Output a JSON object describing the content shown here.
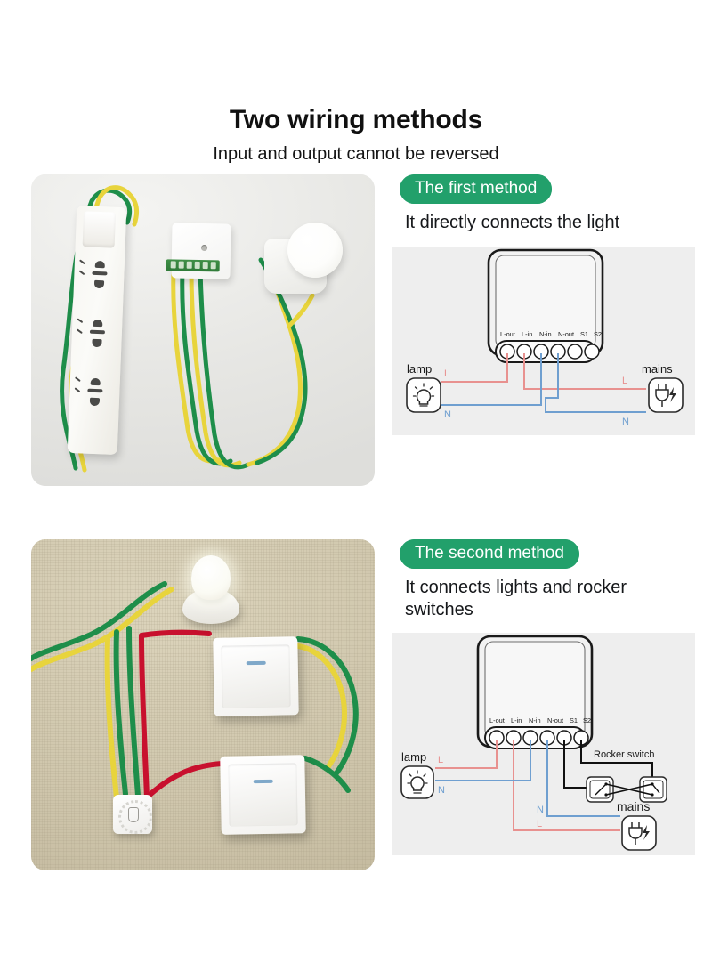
{
  "header": {
    "title": "Two wiring methods",
    "subtitle": "Input and output cannot be reversed"
  },
  "methods": [
    {
      "badge": "The first method",
      "lead": "It directly connects the light",
      "diagram": {
        "module_terminals": [
          "L-out",
          "L-in",
          "N-in",
          "N-out",
          "S1",
          "S2"
        ],
        "left_device": "lamp",
        "right_device": "mains",
        "wire_labels": {
          "lamp_live": "L",
          "lamp_neutral": "N",
          "mains_live": "L",
          "mains_neutral": "N"
        },
        "colors": {
          "live": "#e8918f",
          "neutral": "#6f9fd0",
          "panel": "#eeeeee",
          "outline": "#1a1a1a"
        }
      },
      "photo": {
        "caption_objects": [
          "power strip",
          "smart switch module",
          "lamp holder"
        ],
        "background": "#e9e9e7"
      }
    },
    {
      "badge": "The second method",
      "lead": "It connects lights and rocker switches",
      "diagram": {
        "module_terminals": [
          "L-out",
          "L-in",
          "N-in",
          "N-out",
          "S1",
          "S2"
        ],
        "left_device": "lamp",
        "right_device": "mains",
        "switch_label": "Rocker switch",
        "wire_labels": {
          "lamp_live": "L",
          "lamp_neutral": "N",
          "mains_live": "L",
          "mains_neutral": "N"
        },
        "colors": {
          "live": "#e8918f",
          "neutral": "#6f9fd0",
          "switch_wire": "#111111",
          "panel": "#eeeeee",
          "outline": "#1a1a1a"
        }
      },
      "photo": {
        "caption_objects": [
          "light bulb in holder",
          "rocker wall switch",
          "rocker wall switch",
          "smart switch module"
        ],
        "background": "#cfc6ac"
      }
    }
  ],
  "theme": {
    "badge_green": "#22a06b",
    "badge_text": "#ffffff",
    "page_background": "#ffffff",
    "title_color": "#101010"
  }
}
